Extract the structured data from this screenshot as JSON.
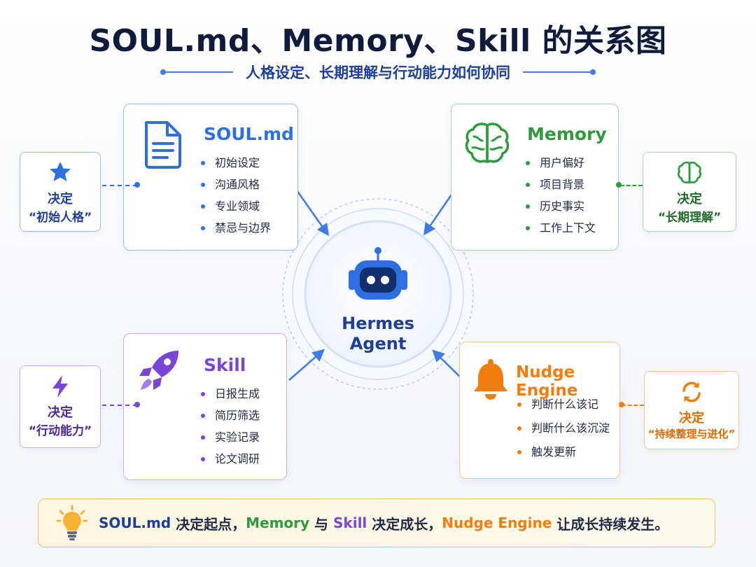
{
  "header": {
    "title": "SOUL.md、Memory、Skill 的关系图",
    "subtitle": "人格设定、长期理解与行动能力如何协同"
  },
  "hub": {
    "line1": "Hermes",
    "line2": "Agent",
    "icon": "robot-icon"
  },
  "cards": {
    "soul": {
      "title": "SOUL.md",
      "icon": "document-icon",
      "color": "#2f6fe4",
      "items": [
        "初始设定",
        "沟通风格",
        "专业领域",
        "禁忌与边界"
      ]
    },
    "memory": {
      "title": "Memory",
      "icon": "brain-icon",
      "color": "#2e9a3c",
      "items": [
        "用户偏好",
        "项目背景",
        "历史事实",
        "工作上下文"
      ]
    },
    "skill": {
      "title": "Skill",
      "icon": "rocket-icon",
      "color": "#7a45d6",
      "items": [
        "日报生成",
        "简历筛选",
        "实验记录",
        "论文调研"
      ]
    },
    "nudge": {
      "title": "Nudge Engine",
      "icon": "bell-icon",
      "color": "#f07d0c",
      "items": [
        "判断什么该记",
        "判断什么该沉淀",
        "触发更新"
      ]
    }
  },
  "sides": {
    "soul": {
      "top": "决定",
      "bottom": "“初始人格”",
      "icon": "star-icon"
    },
    "memory": {
      "top": "决定",
      "bottom": "“长期理解”",
      "icon": "brain-icon"
    },
    "skill": {
      "top": "决定",
      "bottom": "“行动能力”",
      "icon": "lightning-icon"
    },
    "nudge": {
      "top": "决定",
      "bottom": "“持续整理与进化”",
      "icon": "refresh-icon"
    }
  },
  "banner": {
    "icon": "lightbulb-icon",
    "part1": "SOUL.md",
    "part2": " 决定起点，",
    "part3": "Memory",
    "part4": " 与 ",
    "part5": "Skill",
    "part6": " 决定成长，",
    "part7": "Nudge Engine",
    "part8": " 让成长持续发生。"
  },
  "colors": {
    "blue": "#2f6fe4",
    "green": "#2e9a3c",
    "purple": "#7a45d6",
    "orange": "#f07d0c",
    "navy": "#1d3f9a"
  }
}
